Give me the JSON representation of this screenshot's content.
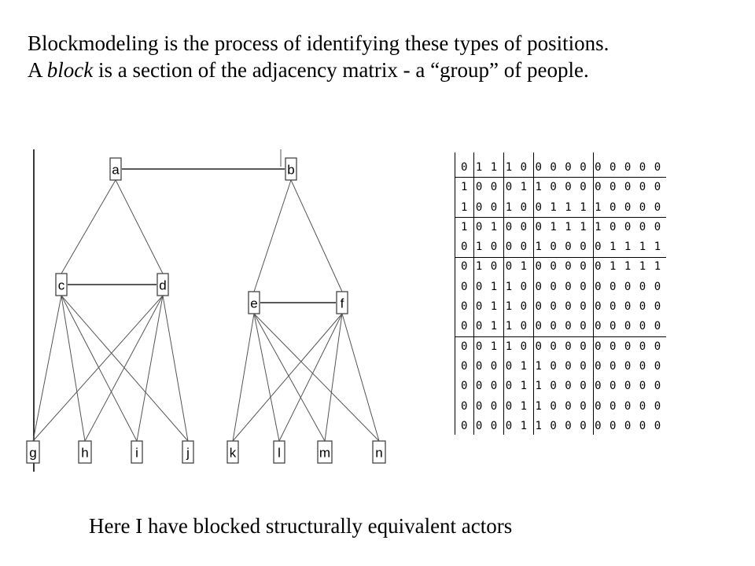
{
  "heading": {
    "line1": "Blockmodeling is the process of identifying these types of positions.",
    "line2_before": "A ",
    "line2_italic": "block",
    "line2_after": " is a section of the adjacency matrix - a “group” of people."
  },
  "caption": "Here I have blocked structurally equivalent actors",
  "graph": {
    "nodes": [
      "a",
      "b",
      "c",
      "d",
      "e",
      "f",
      "g",
      "h",
      "i",
      "j",
      "k",
      "l",
      "m",
      "n"
    ],
    "edges": [
      [
        "a",
        "b"
      ],
      [
        "a",
        "c"
      ],
      [
        "a",
        "d"
      ],
      [
        "b",
        "e"
      ],
      [
        "b",
        "f"
      ],
      [
        "c",
        "d"
      ],
      [
        "e",
        "f"
      ],
      [
        "c",
        "g"
      ],
      [
        "c",
        "h"
      ],
      [
        "c",
        "i"
      ],
      [
        "c",
        "j"
      ],
      [
        "d",
        "g"
      ],
      [
        "d",
        "h"
      ],
      [
        "d",
        "i"
      ],
      [
        "d",
        "j"
      ],
      [
        "e",
        "k"
      ],
      [
        "e",
        "l"
      ],
      [
        "e",
        "m"
      ],
      [
        "e",
        "n"
      ],
      [
        "f",
        "k"
      ],
      [
        "f",
        "l"
      ],
      [
        "f",
        "m"
      ],
      [
        "f",
        "n"
      ]
    ]
  },
  "matrix": {
    "rows": [
      [
        "0",
        "1",
        "1",
        "1",
        "0",
        "0",
        "0",
        "0",
        "0",
        "0",
        "0",
        "0",
        "0",
        "0"
      ],
      [
        "1",
        "0",
        "0",
        "0",
        "1",
        "1",
        "0",
        "0",
        "0",
        "0",
        "0",
        "0",
        "0",
        "0"
      ],
      [
        "1",
        "0",
        "0",
        "1",
        "0",
        "0",
        "1",
        "1",
        "1",
        "1",
        "0",
        "0",
        "0",
        "0"
      ],
      [
        "1",
        "0",
        "1",
        "0",
        "0",
        "0",
        "1",
        "1",
        "1",
        "1",
        "0",
        "0",
        "0",
        "0"
      ],
      [
        "0",
        "1",
        "0",
        "0",
        "0",
        "1",
        "0",
        "0",
        "0",
        "0",
        "1",
        "1",
        "1",
        "1"
      ],
      [
        "0",
        "1",
        "0",
        "0",
        "1",
        "0",
        "0",
        "0",
        "0",
        "0",
        "1",
        "1",
        "1",
        "1"
      ],
      [
        "0",
        "0",
        "1",
        "1",
        "0",
        "0",
        "0",
        "0",
        "0",
        "0",
        "0",
        "0",
        "0",
        "0"
      ],
      [
        "0",
        "0",
        "1",
        "1",
        "0",
        "0",
        "0",
        "0",
        "0",
        "0",
        "0",
        "0",
        "0",
        "0"
      ],
      [
        "0",
        "0",
        "1",
        "1",
        "0",
        "0",
        "0",
        "0",
        "0",
        "0",
        "0",
        "0",
        "0",
        "0"
      ],
      [
        "0",
        "0",
        "1",
        "1",
        "0",
        "0",
        "0",
        "0",
        "0",
        "0",
        "0",
        "0",
        "0",
        "0"
      ],
      [
        "0",
        "0",
        "0",
        "0",
        "1",
        "1",
        "0",
        "0",
        "0",
        "0",
        "0",
        "0",
        "0",
        "0"
      ],
      [
        "0",
        "0",
        "0",
        "0",
        "1",
        "1",
        "0",
        "0",
        "0",
        "0",
        "0",
        "0",
        "0",
        "0"
      ],
      [
        "0",
        "0",
        "0",
        "0",
        "1",
        "1",
        "0",
        "0",
        "0",
        "0",
        "0",
        "0",
        "0",
        "0"
      ],
      [
        "0",
        "0",
        "0",
        "0",
        "1",
        "1",
        "0",
        "0",
        "0",
        "0",
        "0",
        "0",
        "0",
        "0"
      ]
    ],
    "block_boundaries_after": [
      1,
      3,
      5,
      9
    ]
  }
}
